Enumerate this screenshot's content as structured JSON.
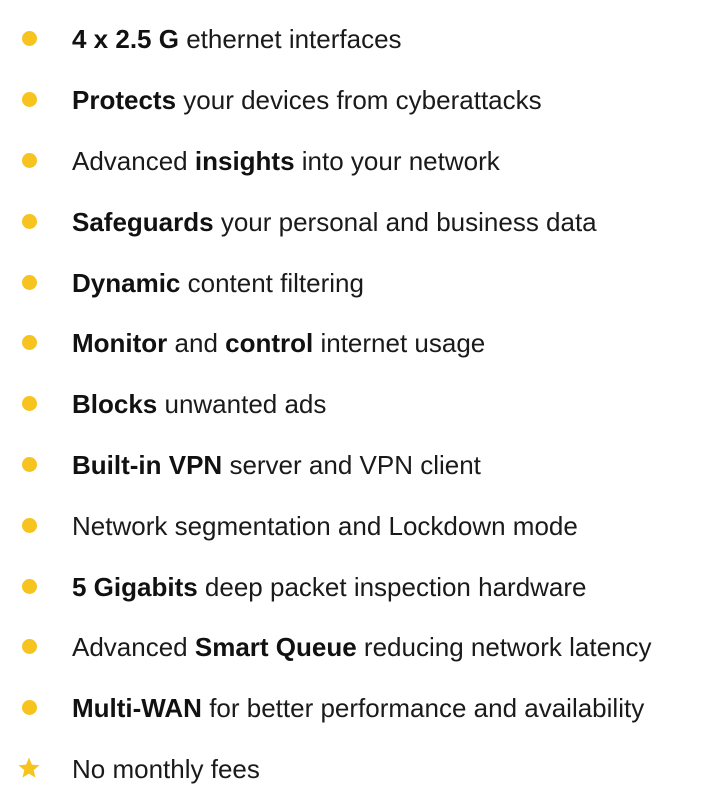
{
  "colors": {
    "bullet": "#f7c41f",
    "text": "#1a1a1a"
  },
  "features": [
    {
      "icon": "bullet-dot",
      "segments": [
        {
          "text": "4 x 2.5 G",
          "bold": true
        },
        {
          "text": " ethernet interfaces",
          "bold": false
        }
      ]
    },
    {
      "icon": "bullet-dot",
      "segments": [
        {
          "text": "Protects",
          "bold": true
        },
        {
          "text": " your devices from cyberattacks",
          "bold": false
        }
      ]
    },
    {
      "icon": "bullet-dot",
      "segments": [
        {
          "text": "Advanced ",
          "bold": false
        },
        {
          "text": "insights",
          "bold": true
        },
        {
          "text": " into your network",
          "bold": false
        }
      ]
    },
    {
      "icon": "bullet-dot",
      "segments": [
        {
          "text": "Safeguards",
          "bold": true
        },
        {
          "text": " your personal and business data",
          "bold": false
        }
      ]
    },
    {
      "icon": "bullet-dot",
      "segments": [
        {
          "text": "Dynamic",
          "bold": true
        },
        {
          "text": " content filtering",
          "bold": false
        }
      ]
    },
    {
      "icon": "bullet-dot",
      "segments": [
        {
          "text": "Monitor",
          "bold": true
        },
        {
          "text": " and ",
          "bold": false
        },
        {
          "text": "control",
          "bold": true
        },
        {
          "text": " internet usage",
          "bold": false
        }
      ]
    },
    {
      "icon": "bullet-dot",
      "segments": [
        {
          "text": "Blocks",
          "bold": true
        },
        {
          "text": " unwanted ads",
          "bold": false
        }
      ]
    },
    {
      "icon": "bullet-dot",
      "segments": [
        {
          "text": "Built-in VPN",
          "bold": true
        },
        {
          "text": " server and VPN client",
          "bold": false
        }
      ]
    },
    {
      "icon": "bullet-dot",
      "segments": [
        {
          "text": "Network segmentation and Lockdown mode",
          "bold": false
        }
      ]
    },
    {
      "icon": "bullet-dot",
      "segments": [
        {
          "text": "5 Gigabits",
          "bold": true
        },
        {
          "text": " deep packet inspection hardware",
          "bold": false
        }
      ]
    },
    {
      "icon": "bullet-dot",
      "segments": [
        {
          "text": "Advanced ",
          "bold": false
        },
        {
          "text": "Smart Queue",
          "bold": true
        },
        {
          "text": " reducing network latency",
          "bold": false
        }
      ]
    },
    {
      "icon": "bullet-dot",
      "segments": [
        {
          "text": "Multi-WAN",
          "bold": true
        },
        {
          "text": " for better performance and availability",
          "bold": false
        }
      ]
    },
    {
      "icon": "star",
      "segments": [
        {
          "text": "No monthly fees",
          "bold": false
        }
      ]
    }
  ]
}
